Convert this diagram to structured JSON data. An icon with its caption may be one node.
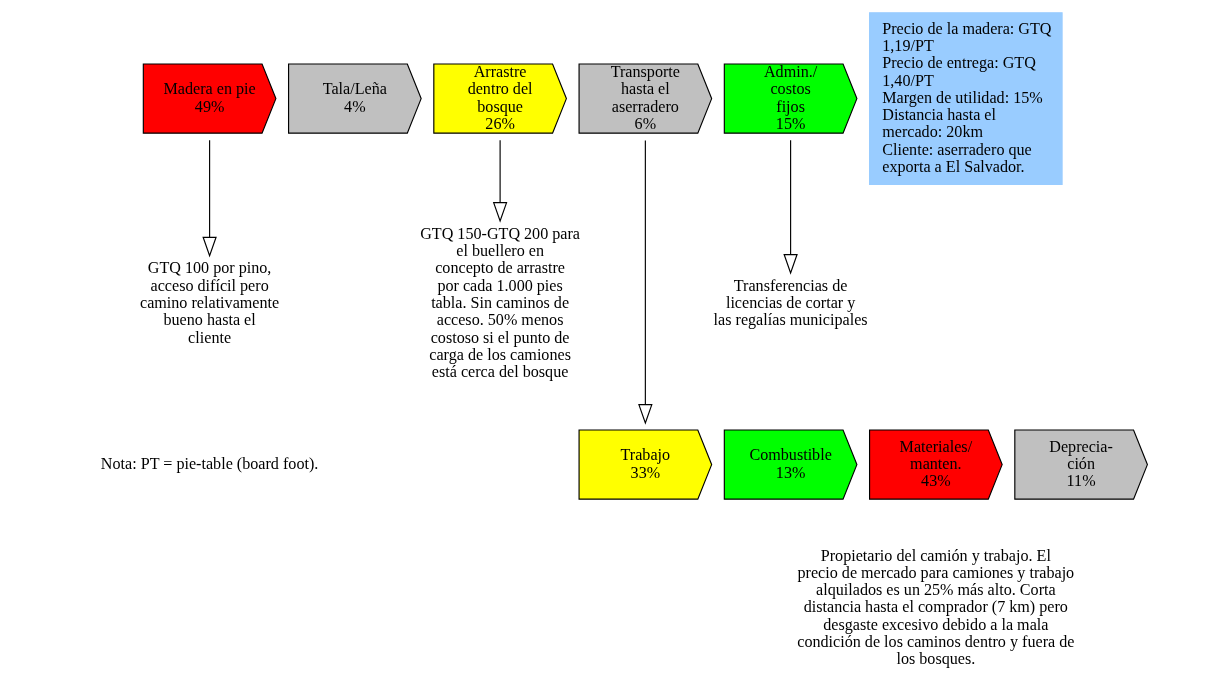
{
  "diagram": {
    "nodes": [
      {
        "text": [
          "Madera en pie",
          "49%"
        ]
      },
      {
        "text": [
          "Tala/Leña",
          "4%"
        ]
      },
      {
        "text": [
          "Arrastre dentro del bosque",
          "26%"
        ]
      },
      {
        "text": [
          "Transporte hasta el aserradero",
          "6%"
        ]
      },
      {
        "text": [
          "Admin./ costos fijos",
          "15%"
        ]
      },
      {
        "text": [
          "GTQ 100 por pino, acceso difícil pero camino relativamente bueno hasta el cliente"
        ]
      },
      {
        "text": [
          "GTQ 150-GTQ 200 para el buellero en concepto de arrastre por cada 1.000 pies tabla. Sin caminos de acceso. 50% menos costoso si el punto de carga de los camiones está cerca del bosque"
        ]
      },
      {
        "text": [
          "Transferencias de licencias de cortar y las regalías municipales"
        ]
      },
      {
        "text": [
          "Trabajo",
          "33%"
        ]
      },
      {
        "text": [
          "Combustible",
          "13%"
        ]
      },
      {
        "text": [
          "Materiales/ manten.",
          "43%"
        ]
      },
      {
        "text": [
          "Deprecia- ción",
          "11%"
        ]
      },
      {
        "text": [
          "Propietario del camión y trabajo. El precio de mercado para camiones y trabajo alquilados es un 25% más alto. Corta distancia hasta el comprador (7 km) pero desgaste excesivo debido a la mala condición de los caminos dentro y fuera de los bosques."
        ]
      },
      {
        "text": [
          "Precio de la madera: GTQ 1,19/PT",
          "Precio de entrega: GTQ 1,40/PT",
          "Margen de utilidad: 15%",
          "Distancia hasta el mercado: 20km",
          "Cliente: aserradero que exporta a El Salvador."
        ]
      }
    ],
    "edges": [
      {
        "from": 0,
        "to": 5,
        "arrow": "to"
      },
      {
        "from": 2,
        "to": 6,
        "arrow": "to"
      },
      {
        "from": 4,
        "to": 7,
        "arrow": "to"
      },
      {
        "from": 3,
        "to": 8,
        "arrow": "to"
      }
    ],
    "labels": [
      "Nota: PT = pie-table (board foot)."
    ]
  }
}
